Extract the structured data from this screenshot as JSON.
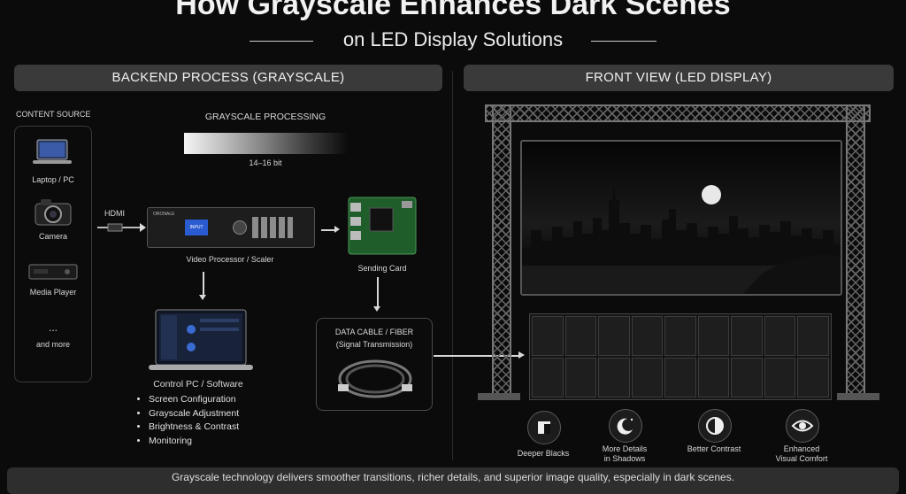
{
  "header": {
    "title": "How Grayscale Enhances Dark Scenes",
    "subtitle": "on LED Display Solutions"
  },
  "left_panel": {
    "heading": "BACKEND PROCESS (GRAYSCALE)",
    "content_source_label": "CONTENT SOURCE",
    "sources": [
      {
        "label": "Laptop / PC",
        "icon": "laptop-icon"
      },
      {
        "label": "Camera",
        "icon": "camera-icon"
      },
      {
        "label": "Media Player",
        "icon": "media-player-icon"
      },
      {
        "label": "...",
        "icon": ""
      },
      {
        "label": "and more",
        "icon": ""
      }
    ],
    "hdmi_label": "HDMI",
    "grayscale_processing": {
      "label": "GRAYSCALE PROCESSING",
      "bit_depth": "14–16 bit"
    },
    "video_processor": {
      "label": "Video Processor / Scaler",
      "brand": "ORONALE",
      "screen_text": "INPUT"
    },
    "sending_card": {
      "label": "Sending Card"
    },
    "control_pc": {
      "label": "Control PC / Software",
      "items": [
        "Screen Configuration",
        "Grayscale Adjustment",
        "Brightness & Contrast",
        "Monitoring"
      ]
    },
    "cable": {
      "line1": "DATA CABLE / FIBER",
      "line2": "(Signal Transmission)"
    }
  },
  "right_panel": {
    "heading": "FRONT VIEW (LED DISPLAY)",
    "features": [
      {
        "line1": "Deeper Blacks",
        "line2": "",
        "icon": "square-split-icon"
      },
      {
        "line1": "More Details",
        "line2": "in Shadows",
        "icon": "moon-stars-icon"
      },
      {
        "line1": "Better Contrast",
        "line2": "",
        "icon": "contrast-icon"
      },
      {
        "line1": "Enhanced",
        "line2": "Visual Comfort",
        "icon": "eye-icon"
      }
    ]
  },
  "footer": {
    "text": "Grayscale technology delivers smoother transitions, richer details, and superior image quality, especially in dark scenes."
  },
  "colors": {
    "background": "#0b0b0b",
    "panel_header": "#3a3a3a",
    "text": "#e6e6e6"
  }
}
